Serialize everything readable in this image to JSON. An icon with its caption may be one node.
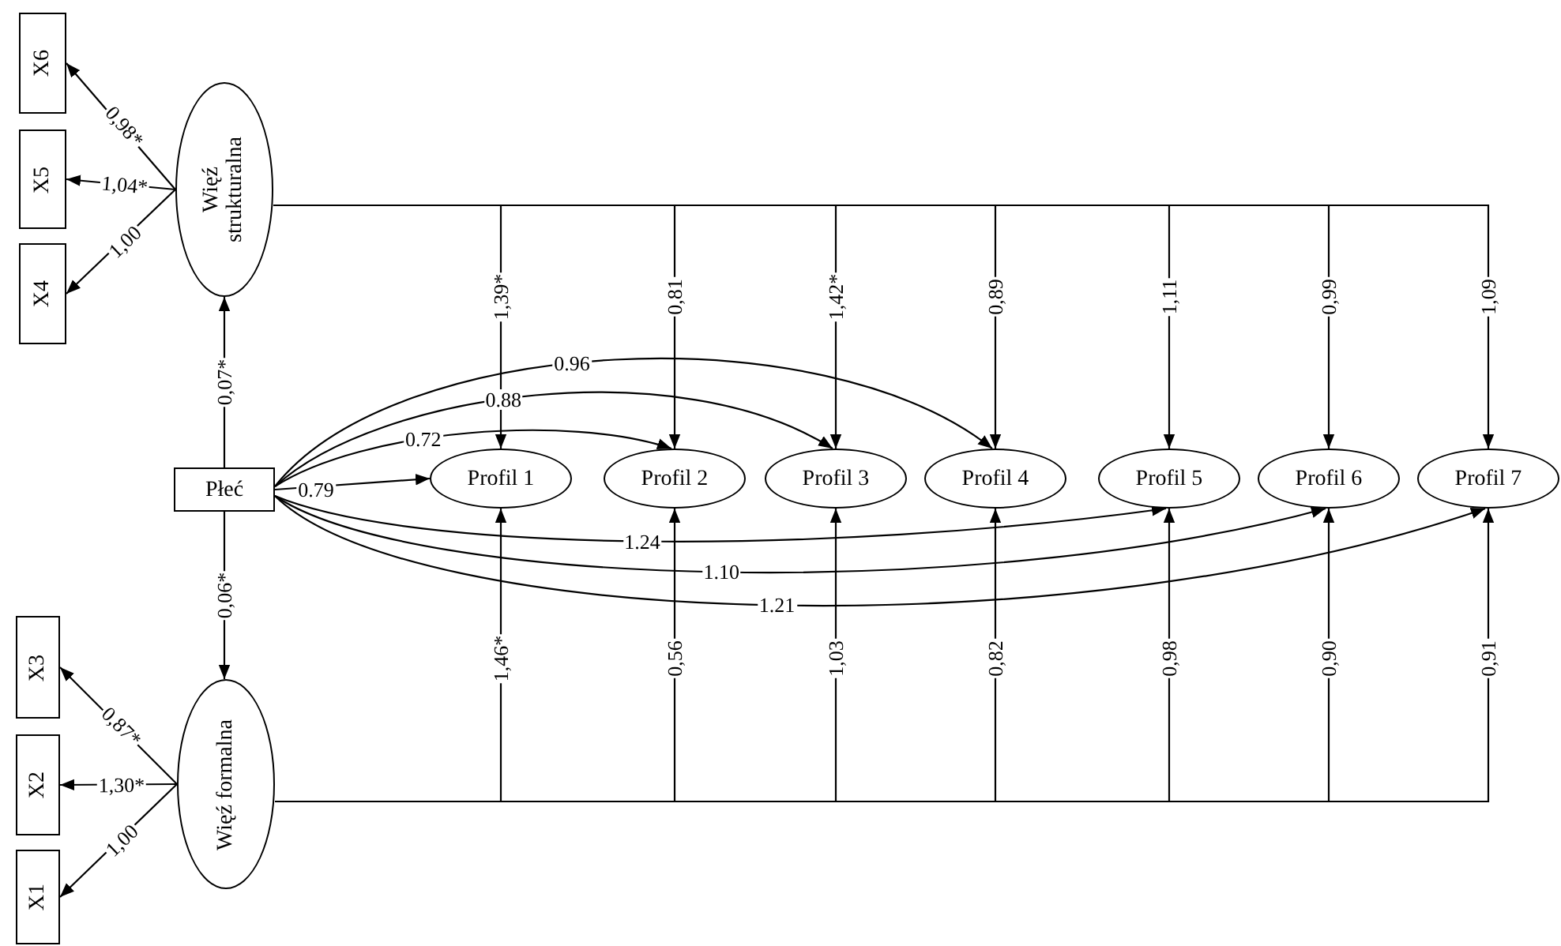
{
  "diagram": {
    "nodes": [
      {
        "text": [
          "X6"
        ]
      },
      {
        "text": [
          "X5"
        ]
      },
      {
        "text": [
          "X4"
        ]
      },
      {
        "text": [
          "Więź strukturalna"
        ]
      },
      {
        "text": [
          "Płeć"
        ]
      },
      {
        "text": [
          "Profil 1"
        ]
      },
      {
        "text": [
          "Profil 2"
        ]
      },
      {
        "text": [
          "Profil 3"
        ]
      },
      {
        "text": [
          "Profil 4"
        ]
      },
      {
        "text": [
          "Profil 5"
        ]
      },
      {
        "text": [
          "Profil 6"
        ]
      },
      {
        "text": [
          "Profil 7"
        ]
      },
      {
        "text": [
          "X3"
        ]
      },
      {
        "text": [
          "X2"
        ]
      },
      {
        "text": [
          "X1"
        ]
      },
      {
        "text": [
          "Więź formalna"
        ]
      }
    ],
    "edges": [
      {
        "from": 3,
        "to": 0,
        "arrow": "to",
        "label": "0,98*"
      },
      {
        "from": 3,
        "to": 1,
        "arrow": "to",
        "label": "1,04*"
      },
      {
        "from": 3,
        "to": 2,
        "arrow": "to",
        "label": "1,00"
      },
      {
        "from": 4,
        "to": 3,
        "arrow": "to",
        "label": "0,07*"
      },
      {
        "from": 4,
        "to": 15,
        "arrow": "to",
        "label": "0,06*"
      },
      {
        "from": 4,
        "to": 5,
        "arrow": "to",
        "label": "0.79"
      },
      {
        "from": 4,
        "to": 6,
        "arrow": "to",
        "label": "0.72"
      },
      {
        "from": 4,
        "to": 7,
        "arrow": "to",
        "label": "0.88"
      },
      {
        "from": 4,
        "to": 8,
        "arrow": "to",
        "label": "0.96"
      },
      {
        "from": 4,
        "to": 9,
        "arrow": "to",
        "label": "1.24"
      },
      {
        "from": 4,
        "to": 10,
        "arrow": "to",
        "label": "1.10"
      },
      {
        "from": 4,
        "to": 11,
        "arrow": "to",
        "label": "1.21"
      },
      {
        "from": 3,
        "to": 5,
        "arrow": "to",
        "label": "1,39*"
      },
      {
        "from": 3,
        "to": 6,
        "arrow": "to",
        "label": "0,81"
      },
      {
        "from": 3,
        "to": 7,
        "arrow": "to",
        "label": "1,42*"
      },
      {
        "from": 3,
        "to": 8,
        "arrow": "to",
        "label": "0,89"
      },
      {
        "from": 3,
        "to": 9,
        "arrow": "to",
        "label": "1,11"
      },
      {
        "from": 3,
        "to": 10,
        "arrow": "to",
        "label": "0,99"
      },
      {
        "from": 3,
        "to": 11,
        "arrow": "to",
        "label": "1,09"
      },
      {
        "from": 15,
        "to": 5,
        "arrow": "to",
        "label": "1,46*"
      },
      {
        "from": 15,
        "to": 6,
        "arrow": "to",
        "label": "0,56"
      },
      {
        "from": 15,
        "to": 7,
        "arrow": "to",
        "label": "1,03"
      },
      {
        "from": 15,
        "to": 8,
        "arrow": "to",
        "label": "0,82"
      },
      {
        "from": 15,
        "to": 9,
        "arrow": "to",
        "label": "0,98"
      },
      {
        "from": 15,
        "to": 10,
        "arrow": "to",
        "label": "0,90"
      },
      {
        "from": 15,
        "to": 11,
        "arrow": "to",
        "label": "0,91"
      },
      {
        "from": 15,
        "to": 12,
        "arrow": "to",
        "label": "0,87*"
      },
      {
        "from": 15,
        "to": 13,
        "arrow": "to",
        "label": "1,30*"
      },
      {
        "from": 15,
        "to": 14,
        "arrow": "to",
        "label": "1,00"
      }
    ]
  }
}
